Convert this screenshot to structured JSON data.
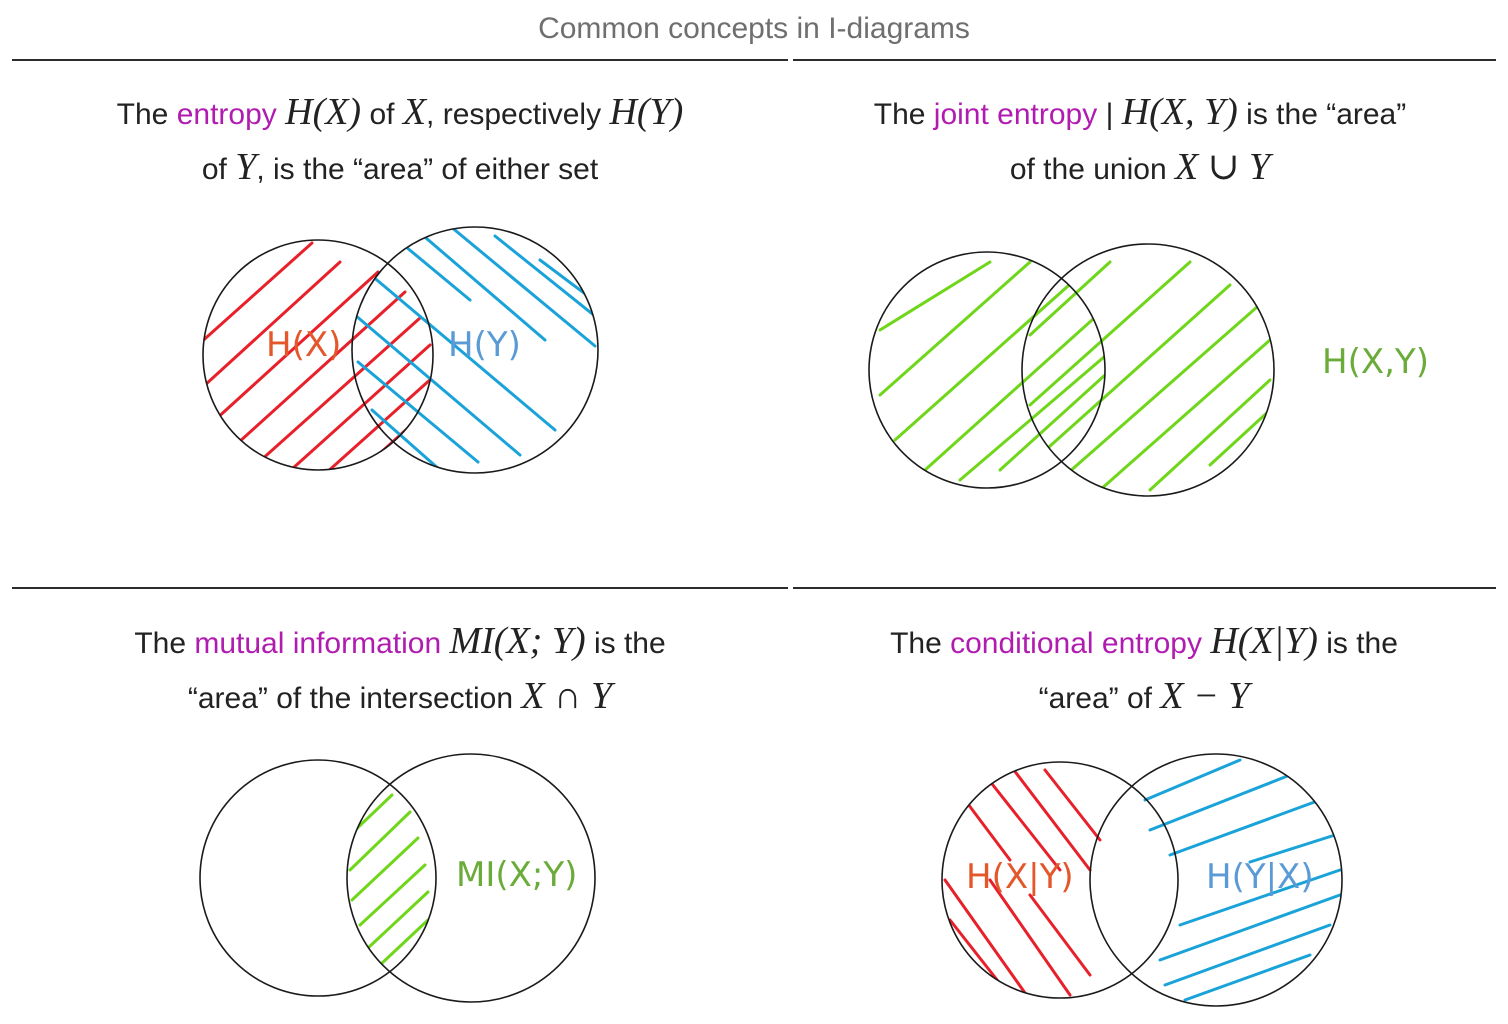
{
  "title": "Common concepts in I-diagrams",
  "colors": {
    "term": "#b01cb0",
    "red_hatch": "#e8202a",
    "blue_hatch": "#1aa3d8",
    "green_hatch": "#6fd61a",
    "label_orange": "#e4572a",
    "label_blue": "#5b9bd5",
    "label_green": "#6aab3a"
  },
  "panels": {
    "entropy": {
      "pre": "The",
      "term": "entropy",
      "m1": "H(X)",
      "t1": "of",
      "m2": "X",
      "t2": ", respectively",
      "m3": "H(Y)",
      "t3": "of",
      "m4": "Y",
      "t4": ", is the “area” of either set",
      "label_x": "H(X)",
      "label_y": "H(Y)"
    },
    "joint": {
      "pre": "The",
      "term": "joint entropy",
      "sep": "|",
      "m1": "H(X, Y)",
      "t1": "is the “area”",
      "t2": "of the union",
      "m2": "X ∪ Y",
      "label": "H(X,Y)"
    },
    "mutual": {
      "pre": "The",
      "term": "mutual information",
      "m1": "MI(X; Y)",
      "t1": "is the",
      "t2": "“area” of the intersection",
      "m2": "X ∩ Y",
      "label": "MI(X;Y)"
    },
    "conditional": {
      "pre": "The",
      "term": "conditional entropy",
      "m1": "H(X|Y)",
      "t1": "is the",
      "t2": "“area” of",
      "m2": "X − Y",
      "label_x": "H(X|Y)",
      "label_y": "H(Y|X)"
    }
  }
}
